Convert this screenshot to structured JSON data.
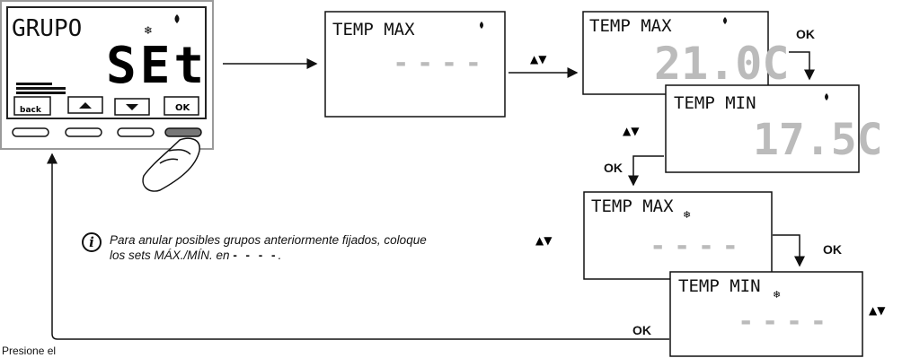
{
  "device": {
    "title": "GRUPO",
    "display": "SEt",
    "snowflake": "❄",
    "flame": "⬧",
    "buttons": [
      "back",
      "▲",
      "▼",
      "OK"
    ]
  },
  "screens": [
    {
      "id": "s1",
      "label": "TEMP MAX",
      "value": "- - - -",
      "icon": "flame",
      "blink": true
    },
    {
      "id": "s2",
      "label": "TEMP MAX",
      "value": "21.0C",
      "icon": "flame",
      "blink": true
    },
    {
      "id": "s3",
      "label": "TEMP MIN",
      "value": "17.5C",
      "icon": "flame",
      "blink": true
    },
    {
      "id": "s4",
      "label": "TEMP MAX",
      "value": "- - - -",
      "icon": "snowflake",
      "blink": true
    },
    {
      "id": "s5",
      "label": "TEMP MIN",
      "value": "- - - -",
      "icon": "snowflake",
      "blink": true
    }
  ],
  "labels": {
    "ok": "OK",
    "updown": "▲▼"
  },
  "note": {
    "icon": "info-icon",
    "line1": "Para anular posibles grupos anteriormente fijados, coloque",
    "line2": "los sets MÁX./MÍN. en",
    "dashes": "- - - -",
    "end": "."
  },
  "bottom_label": "Presione el"
}
